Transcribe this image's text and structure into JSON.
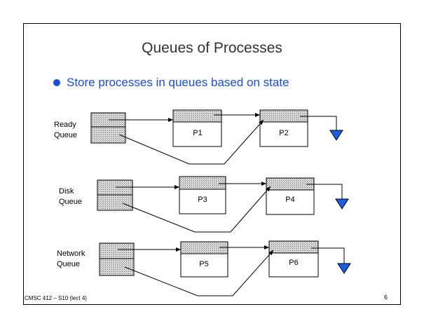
{
  "slide": {
    "title": "Queues of Processes",
    "bullet": "Store processes in queues based on state",
    "footer": "CMSC 412 – S10 (lect 4)",
    "page_number": "6"
  },
  "queues": [
    {
      "label_line1": "Ready",
      "label_line2": "Queue",
      "processes": [
        "P1",
        "P2"
      ]
    },
    {
      "label_line1": "Disk",
      "label_line2": "Queue",
      "processes": [
        "P3",
        "P4"
      ]
    },
    {
      "label_line1": "Network",
      "label_line2": "Queue",
      "processes": [
        "P5",
        "P6"
      ]
    }
  ],
  "colors": {
    "accent": "#1a4dd6",
    "ground": "#1a5fe0",
    "hatch": "#bdbdbd"
  },
  "icons": {
    "terminator": "ground-icon",
    "bullet": "bullet-dot-icon"
  }
}
